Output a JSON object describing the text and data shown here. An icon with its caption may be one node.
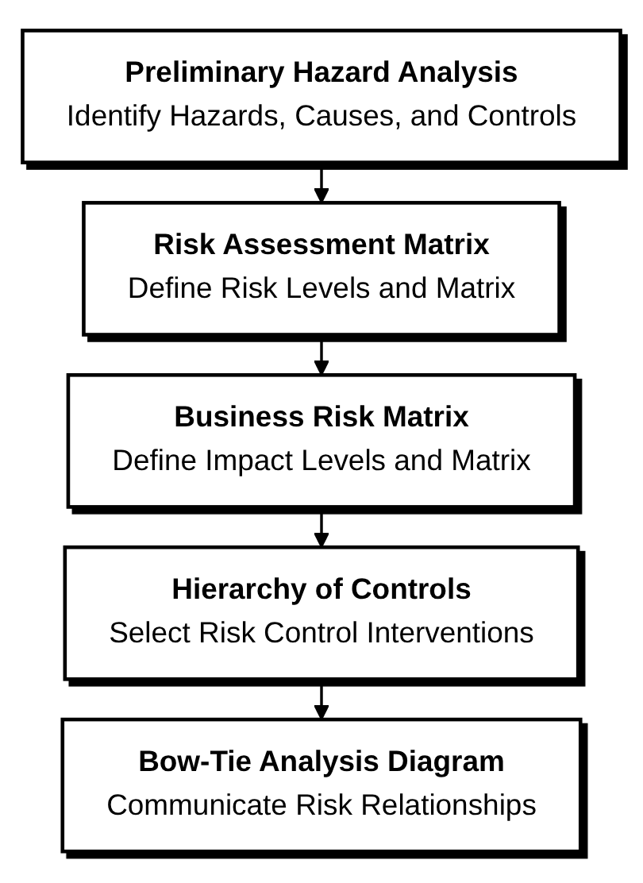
{
  "diagram": {
    "nodes": [
      {
        "text": [
          "Preliminary Hazard Analysis",
          "Identify Hazards, Causes, and Controls"
        ]
      },
      {
        "text": [
          "Risk Assessment Matrix",
          "Define Risk Levels and Matrix"
        ]
      },
      {
        "text": [
          "Business Risk Matrix",
          "Define Impact Levels and Matrix"
        ]
      },
      {
        "text": [
          "Hierarchy of Controls",
          "Select Risk Control Interventions"
        ]
      },
      {
        "text": [
          "Bow-Tie Analysis Diagram",
          "Communicate Risk Relationships"
        ]
      }
    ],
    "edges": [
      {
        "from": 0,
        "to": 1,
        "arrow": "to"
      },
      {
        "from": 1,
        "to": 2,
        "arrow": "to"
      },
      {
        "from": 2,
        "to": 3,
        "arrow": "to"
      },
      {
        "from": 3,
        "to": 4,
        "arrow": "to"
      }
    ]
  }
}
